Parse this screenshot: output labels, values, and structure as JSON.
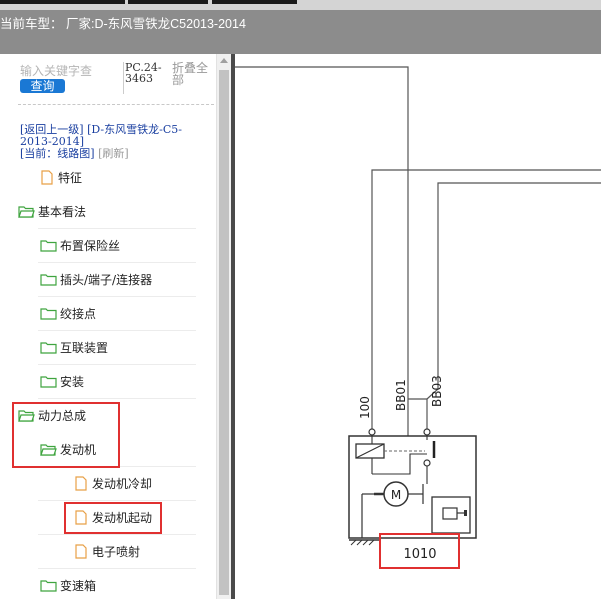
{
  "header": {
    "title": "当前车型： 厂家:D-东风雪铁龙C52013-2014"
  },
  "search": {
    "placeholder": "输入关键字查",
    "button": "查询"
  },
  "pc_code": "PC.24-3463",
  "collapse_all": "折叠全部",
  "nav": {
    "back": "[返回上一级]",
    "model": "[D-东风雪铁龙-C5-2013-2014]",
    "current": "[当前：线路图]",
    "refresh": "[刷新]"
  },
  "tree": {
    "features": "特征",
    "basic": "基本看法",
    "fuse_layout": "布置保险丝",
    "connectors": "插头/端子/连接器",
    "splice": "绞接点",
    "interconnect": "互联装置",
    "install": "安装",
    "powertrain": "动力总成",
    "engine": "发动机",
    "engine_cooling": "发动机冷却",
    "engine_start": "发动机起动",
    "fuel_injection": "电子喷射",
    "gearbox": "变速箱"
  },
  "diagram": {
    "wire_100": "100",
    "wire_bb01": "BB01",
    "wire_bb03": "BB03",
    "motor": "M",
    "component": "1010"
  },
  "colors": {
    "highlight": "#e03030",
    "header_bg": "#8c8c8c",
    "button": "#1a78d4"
  }
}
